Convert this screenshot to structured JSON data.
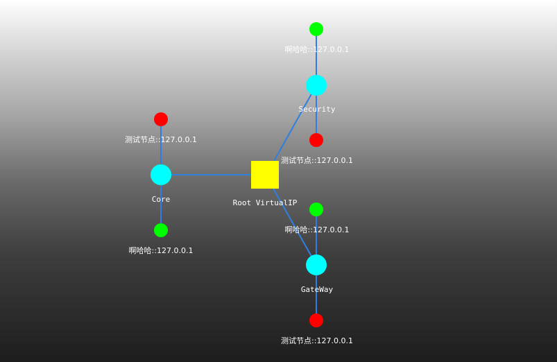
{
  "colors": {
    "link": "#2f7fe0",
    "root": "#ffff00",
    "group": "#00ffff",
    "ok": "#00ff00",
    "error": "#ff0000",
    "label": "#ffffff"
  },
  "root": {
    "label": "Root VirtualIP",
    "shape": "square"
  },
  "groups": [
    {
      "id": "security",
      "label": "Security",
      "children": [
        {
          "label": "啊哈哈::127.0.0.1",
          "status": "ok"
        },
        {
          "label": "测试节点::127.0.0.1",
          "status": "error"
        }
      ]
    },
    {
      "id": "core",
      "label": "Core",
      "children": [
        {
          "label": "测试节点::127.0.0.1",
          "status": "error"
        },
        {
          "label": "啊哈哈::127.0.0.1",
          "status": "ok"
        }
      ]
    },
    {
      "id": "gateway",
      "label": "GateWay",
      "children": [
        {
          "label": "啊哈哈::127.0.0.1",
          "status": "ok"
        },
        {
          "label": "测试节点::127.0.0.1",
          "status": "error"
        }
      ]
    }
  ]
}
